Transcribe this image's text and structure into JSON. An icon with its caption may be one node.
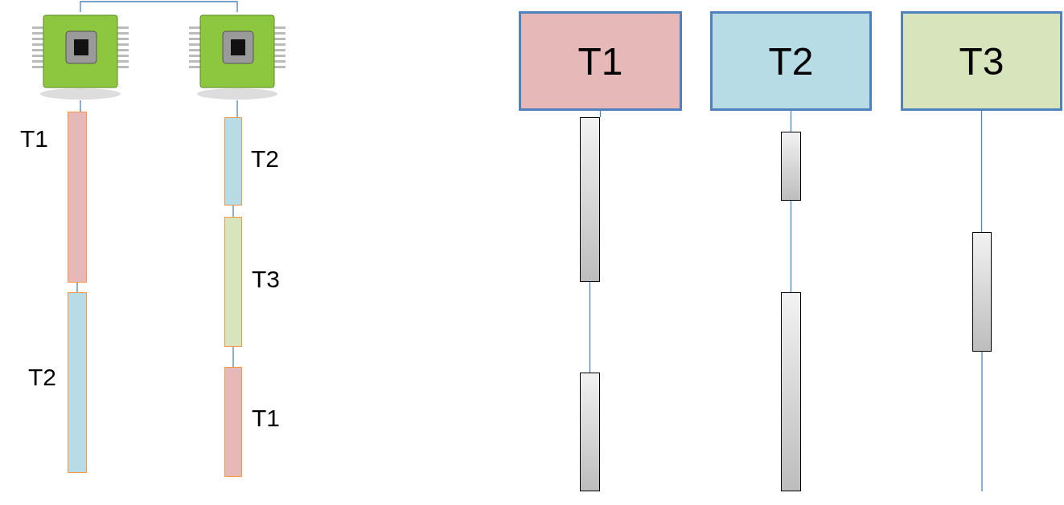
{
  "diagram": {
    "nodes": [
      {
        "text": [],
        "shape": "picture"
      },
      {
        "text": [],
        "shape": "picture"
      },
      {
        "text": [],
        "shape": "bar",
        "beside": [
          "T1"
        ]
      },
      {
        "text": [],
        "shape": "bar",
        "beside": [
          "T2"
        ]
      },
      {
        "text": [],
        "shape": "bar",
        "beside": [
          "T2"
        ]
      },
      {
        "text": [],
        "shape": "bar",
        "beside": [
          "T3"
        ]
      },
      {
        "text": [],
        "shape": "bar",
        "beside": [
          "T1"
        ]
      },
      {
        "text": [
          "T1"
        ]
      },
      {
        "text": [
          "T2"
        ]
      },
      {
        "text": [
          "T3"
        ]
      },
      {
        "text": [],
        "shape": "bar"
      },
      {
        "text": [],
        "shape": "bar"
      },
      {
        "text": [],
        "shape": "bar"
      },
      {
        "text": [],
        "shape": "bar"
      },
      {
        "text": [],
        "shape": "bar"
      }
    ],
    "edges": [
      {
        "from": 0,
        "to": 1,
        "arrow": "none"
      },
      {
        "from": 0,
        "to": 2,
        "arrow": "none"
      },
      {
        "from": 2,
        "to": 3,
        "arrow": "none"
      },
      {
        "from": 1,
        "to": 4,
        "arrow": "none"
      },
      {
        "from": 4,
        "to": 5,
        "arrow": "none"
      },
      {
        "from": 5,
        "to": 6,
        "arrow": "none"
      },
      {
        "from": 7,
        "to": 10,
        "arrow": "none"
      },
      {
        "from": 10,
        "to": 11,
        "arrow": "none"
      },
      {
        "from": 8,
        "to": 12,
        "arrow": "none"
      },
      {
        "from": 12,
        "to": 13,
        "arrow": "none"
      },
      {
        "from": 9,
        "to": 14,
        "arrow": "none"
      },
      {
        "from": 14,
        "to": null,
        "arrow": "none"
      }
    ]
  }
}
